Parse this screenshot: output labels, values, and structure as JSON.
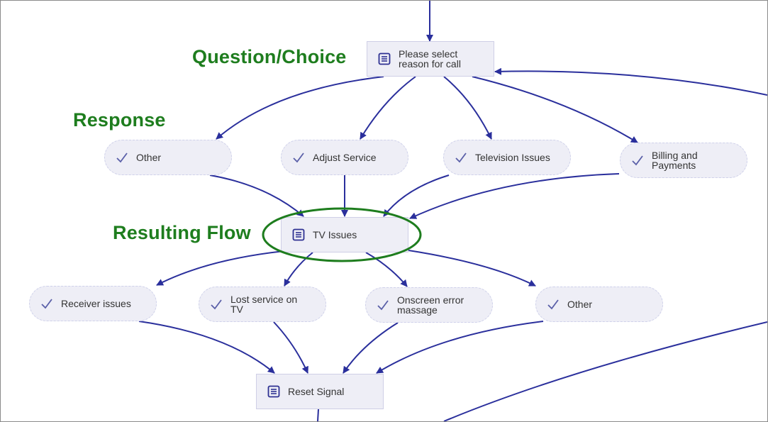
{
  "colors": {
    "edge": "#2a2f9c",
    "node_fill": "#eeeef6",
    "annotation": "#1e7d1e",
    "highlight": "#1e7d1e",
    "icon": "#2e3192"
  },
  "annotations": {
    "question": "Question/Choice",
    "response": "Response",
    "resulting_flow": "Resulting Flow"
  },
  "nodes": {
    "please_select": {
      "label": "Please select reason for call",
      "icon": "list-icon"
    },
    "other_top": {
      "label": "Other",
      "icon": "check-icon"
    },
    "adjust_service": {
      "label": "Adjust Service",
      "icon": "check-icon"
    },
    "television_issues": {
      "label": "Television Issues",
      "icon": "check-icon"
    },
    "billing": {
      "label": "Billing and Payments",
      "icon": "check-icon"
    },
    "tv_issues": {
      "label": "TV Issues",
      "icon": "list-icon"
    },
    "receiver_issues": {
      "label": "Receiver issues",
      "icon": "check-icon"
    },
    "lost_service": {
      "label": "Lost service on TV",
      "icon": "check-icon"
    },
    "onscreen_error": {
      "label": "Onscreen error massage",
      "icon": "check-icon"
    },
    "other_bottom": {
      "label": "Other",
      "icon": "check-icon"
    },
    "reset_signal": {
      "label": "Reset Signal",
      "icon": "list-icon"
    }
  }
}
